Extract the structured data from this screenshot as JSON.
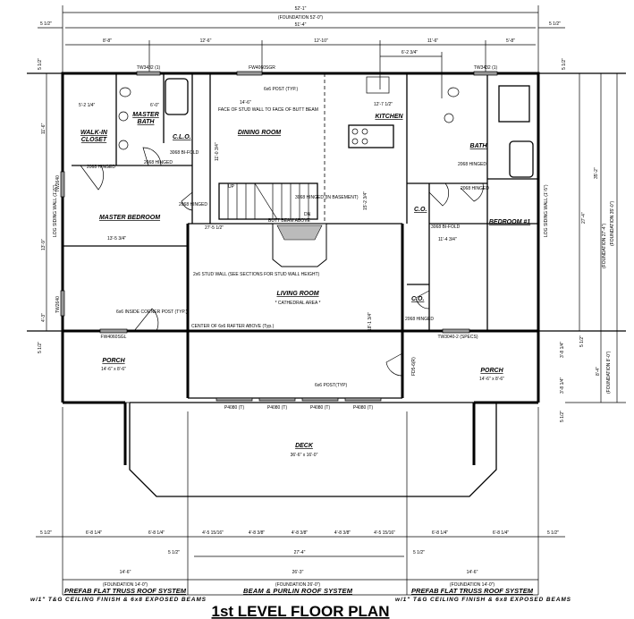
{
  "title": "1st LEVEL FLOOR PLAN",
  "top_dims": {
    "overall": "52'-1\"",
    "foundation": "(FOUNDATION 52'-0\")",
    "inner": "51'-4\"",
    "left_offset": "5 1/2\"",
    "right_offset": "5 1/2\"",
    "segments": [
      "8'-8\"",
      "12'-6\"",
      "12'-10\"",
      "11'-6\"",
      "5'-8\""
    ],
    "sub": "6'-2 3/4\""
  },
  "windows": [
    "TW3432 (1)",
    "FW4060SGR",
    "TW3432 (1)",
    "TW2640",
    "TW2640",
    "FW4060SGL",
    "TW3040-2 (SPECS)"
  ],
  "rooms": {
    "walk_in_closet": [
      "WALK-IN",
      "CLOSET"
    ],
    "master_bath": [
      "MASTER",
      "BATH"
    ],
    "dining": "DINING ROOM",
    "kitchen": "KITCHEN",
    "bath": "BATH",
    "master_bedroom": "MASTER BEDROOM",
    "bedroom1": "BEDROOM #1",
    "living": "LIVING ROOM",
    "living_note": "* CATHEDRAL AREA *",
    "porch_left": "PORCH",
    "porch_left_size": "14'-6\" x 8'-6\"",
    "porch_right": "PORCH",
    "porch_right_size": "14'-6\" x 8'-6\"",
    "deck": "DECK",
    "deck_size": "36'-6\" x 16'-0\"",
    "clo": "C.L.O.",
    "co": "C.O."
  },
  "notes": {
    "post_typ": "6x6 POST (TYP.)",
    "face_stud": "FACE OF STUD WALL TO FACE OF BUTT BEAM",
    "dim_14_6": "14'-6\"",
    "dim_5_2": "5'-2 1/4\"",
    "dim_6_0": "6'-0\"",
    "dim_12_7": "12'-7 1/2\"",
    "dim_11_0": "11'-0 3/4\"",
    "dim_27_5": "27'-5 1/2\"",
    "dim_13_5": "13'-5 3/4\"",
    "dim_11_4": "11'-4 3/4\"",
    "dim_18_1": "18'-1 3/4\"",
    "dim_15_2": "15'-2 3/4\"",
    "door_2068": "2068 HINGED",
    "door_bifold": "3068 BI-FOLD",
    "door_3068_bsmt": "3068 HINGED (IN BASEMENT)",
    "stud_wall": "2x6 STUD WALL (SEE SECTIONS FOR STUD WALL HEIGHT)",
    "corner_post": "6x6 INSIDE CORNER POST (TYP.)",
    "center_rafter": "CENTER OF 6x6 RAFTER ABOVE (Typ.)",
    "butt_beam": "BUTT BEAM ABOVE",
    "up": "UP",
    "dn": "DN",
    "patio": "P4080 (T)",
    "fd": "FD5-6(R)",
    "log_wall": "LOG SIDING WALL (1'-5\")",
    "post_typ2": "6x6 POST(TYP)"
  },
  "right_dims": {
    "offset": "5 1/2\"",
    "main": "27'-4\"",
    "foundation_main": "(FOUNDATION 27'-4\")",
    "overall": "35'-2\"",
    "foundation_overall": "(FOUNDATION 35'-0\")",
    "porch": "8'-4\"",
    "porch_found": "(FOUNDATION 8'-0\")",
    "porch_a": "3'-8 1/4\"",
    "porch_b": "3'-8 1/4\""
  },
  "left_dims": {
    "offset": "5 1/2\"",
    "a": "11'-6\"",
    "b": "13'-9\"",
    "c": "4'-3\""
  },
  "bottom_dims": {
    "left_offset": "5 1/2\"",
    "right_offset": "5 1/2\"",
    "left_segments": [
      "6'-8 1/4\"",
      "6'-8 1/4\""
    ],
    "mid_segments": [
      "4'-5 15/16\"",
      "4'-8 3/8\"",
      "4'-8 3/8\"",
      "4'-8 3/8\"",
      "4'-5 15/16\""
    ],
    "right_segments": [
      "6'-8 1/4\"",
      "6'-8 1/4\""
    ],
    "mid_offset": "5 1/2\"",
    "mid_offset2": "5 1/2\"",
    "mid_inner": "27'-4\"",
    "left_total": "14'-6\"",
    "left_found": "(FOUNDATION 14'-0\")",
    "mid_total": "26'-3\"",
    "mid_found": "(FOUNDATION 26'-0\")",
    "right_total": "14'-6\"",
    "right_found": "(FOUNDATION 14'-0\")"
  },
  "roof_systems": {
    "left": "PREFAB FLAT TRUSS ROOF SYSTEM",
    "left_sub": "w/1\" T&G CEILING FINISH & 6x8 EXPOSED BEAMS",
    "mid": "BEAM & PURLIN ROOF SYSTEM",
    "right": "PREFAB FLAT TRUSS ROOF SYSTEM",
    "right_sub": "w/1\" T&G CEILING FINISH & 6x8 EXPOSED BEAMS"
  }
}
